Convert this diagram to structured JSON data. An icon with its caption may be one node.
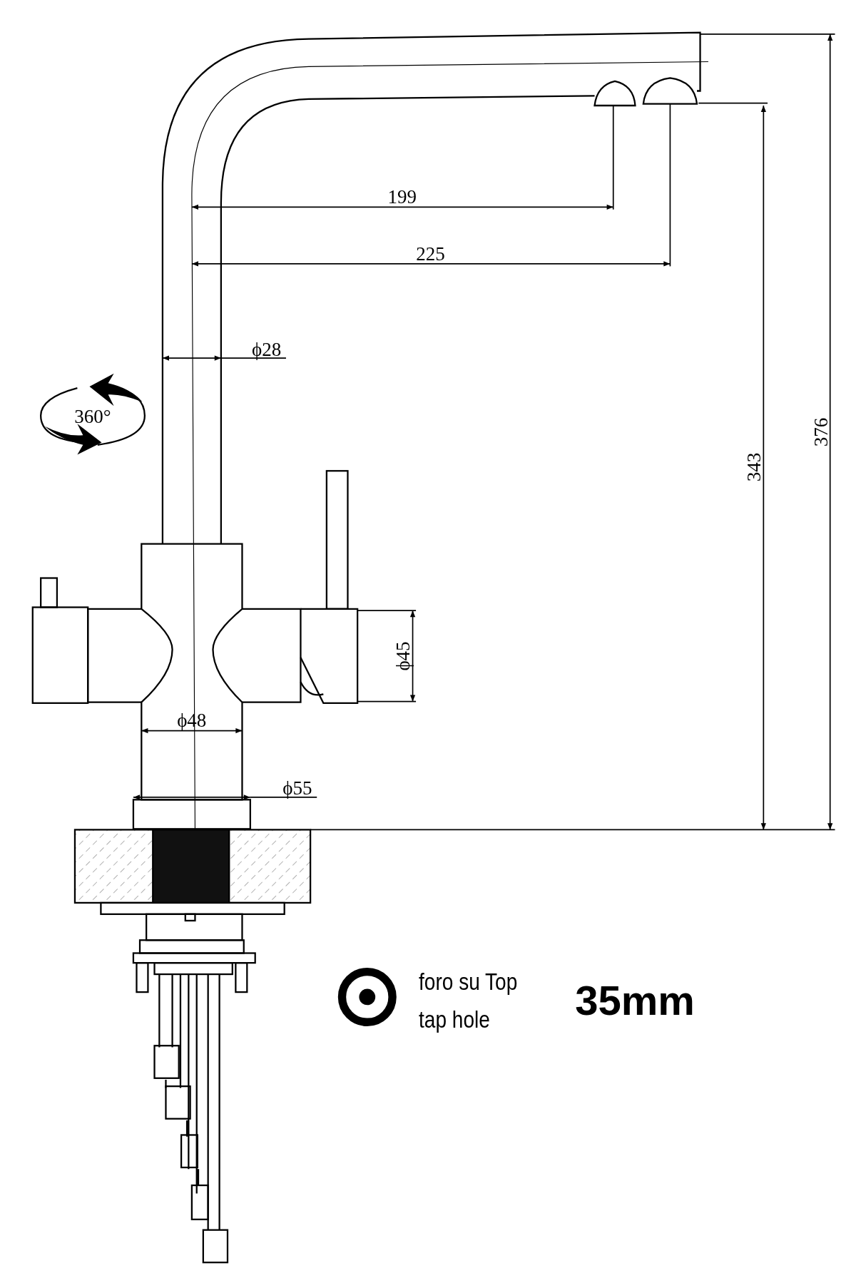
{
  "diagram": {
    "labels": [
      "199",
      "225",
      "ϕ28",
      "360°",
      "ϕ45",
      "343",
      "376",
      "ϕ48",
      "ϕ55",
      "foro su Top",
      "tap hole",
      "35mm"
    ]
  }
}
